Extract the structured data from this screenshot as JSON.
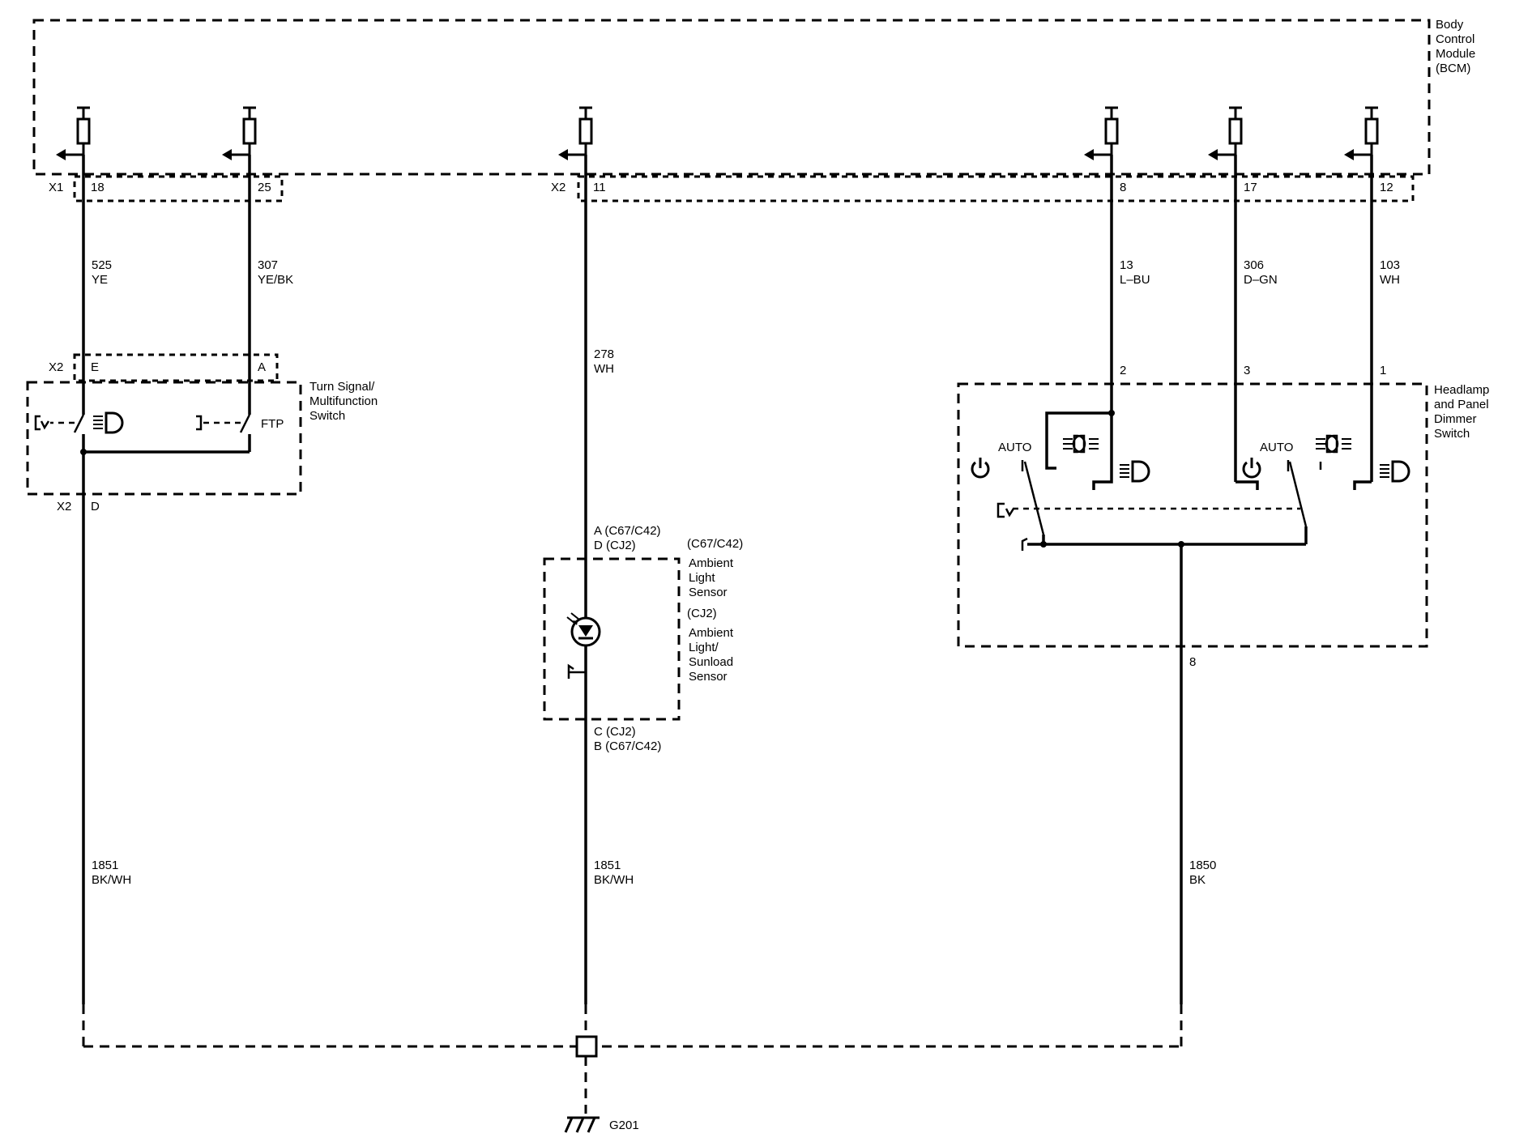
{
  "modules": {
    "bcm": {
      "name": [
        "Body",
        "Control",
        "Module",
        "(BCM)"
      ]
    },
    "turn_signal_switch": {
      "name": [
        "Turn Signal/",
        "Multifunction",
        "Switch"
      ],
      "ftp_label": "FTP"
    },
    "ambient_sensor": {
      "variant1_code": "(C67/C42)",
      "variant1_name": [
        "Ambient",
        "Light",
        "Sensor"
      ],
      "variant2_code": "(CJ2)",
      "variant2_name": [
        "Ambient",
        "Light/",
        "Sunload",
        "Sensor"
      ]
    },
    "headlamp_switch": {
      "name": [
        "Headlamp",
        "and Panel",
        "Dimmer",
        "Switch"
      ],
      "auto_label": "AUTO"
    }
  },
  "connectors": {
    "bcm_x1": "X1",
    "bcm_x2": "X2",
    "turn_switch_top": "X2",
    "turn_switch_bottom": "X2"
  },
  "pins": {
    "bcm_18": "18",
    "bcm_25": "25",
    "bcm_11": "11",
    "bcm_8": "8",
    "bcm_17": "17",
    "bcm_12": "12",
    "turn_e": "E",
    "turn_a": "A",
    "turn_d": "D",
    "sensor_top_1": "A (C67/C42)",
    "sensor_top_2": "D (CJ2)",
    "sensor_bot_1": "C (CJ2)",
    "sensor_bot_2": "B (C67/C42)",
    "hl_2": "2",
    "hl_3": "3",
    "hl_1": "1",
    "hl_8": "8"
  },
  "wires": {
    "w525": {
      "circuit": "525",
      "color": "YE"
    },
    "w307": {
      "circuit": "307",
      "color": "YE/BK"
    },
    "w278": {
      "circuit": "278",
      "color": "WH"
    },
    "w13": {
      "circuit": "13",
      "color": "L–BU"
    },
    "w306": {
      "circuit": "306",
      "color": "D–GN"
    },
    "w103": {
      "circuit": "103",
      "color": "WH"
    },
    "w1851a": {
      "circuit": "1851",
      "color": "BK/WH"
    },
    "w1851b": {
      "circuit": "1851",
      "color": "BK/WH"
    },
    "w1850": {
      "circuit": "1850",
      "color": "BK"
    }
  },
  "ground": {
    "label": "G201"
  }
}
